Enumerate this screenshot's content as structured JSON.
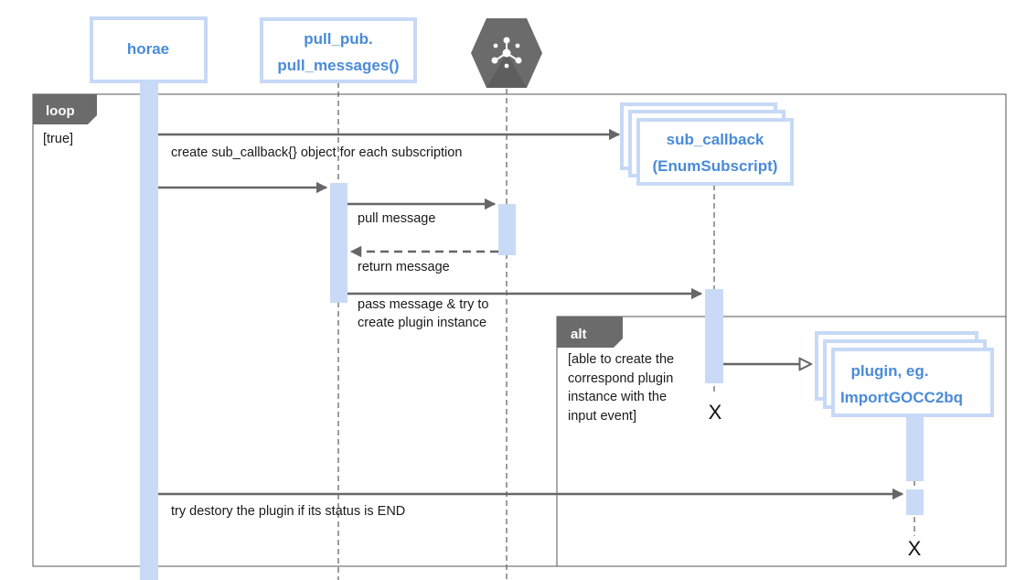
{
  "participants": {
    "horae": "horae",
    "pull_pub_line1": "pull_pub.",
    "pull_pub_line2": "pull_messages()",
    "pubsub_icon": "pubsub-hexagon-icon",
    "sub_callback_line1": "sub_callback",
    "sub_callback_line2": "(EnumSubscript)",
    "plugin_line1": "plugin, eg.",
    "plugin_line2": "ImportGOCC2bq"
  },
  "frames": {
    "loop_tag": "loop",
    "loop_guard": "[true]",
    "alt_tag": "alt",
    "alt_guard_lines": [
      "[able to create the",
      "correspond plugin",
      "instance  with the",
      "input event]"
    ]
  },
  "messages": {
    "create_callback": "create sub_callback{} object for each subscription",
    "pull_message": "pull message",
    "return_message": "return message",
    "pass_message_line1": "pass message & try to",
    "pass_message_line2": "create plugin instance",
    "destroy_plugin": "try destory the plugin if its status is END"
  },
  "destruction_marks": {
    "sub_callback": "X",
    "plugin": "X"
  },
  "colors": {
    "participant_border": "#c6d9f6",
    "participant_text": "#4a8bd8",
    "activation": "#c9daf7",
    "arrow": "#666666",
    "frame_border": "#555555",
    "frame_tag_bg": "#6b6b6b",
    "hexagon": "#6b6b6b"
  }
}
